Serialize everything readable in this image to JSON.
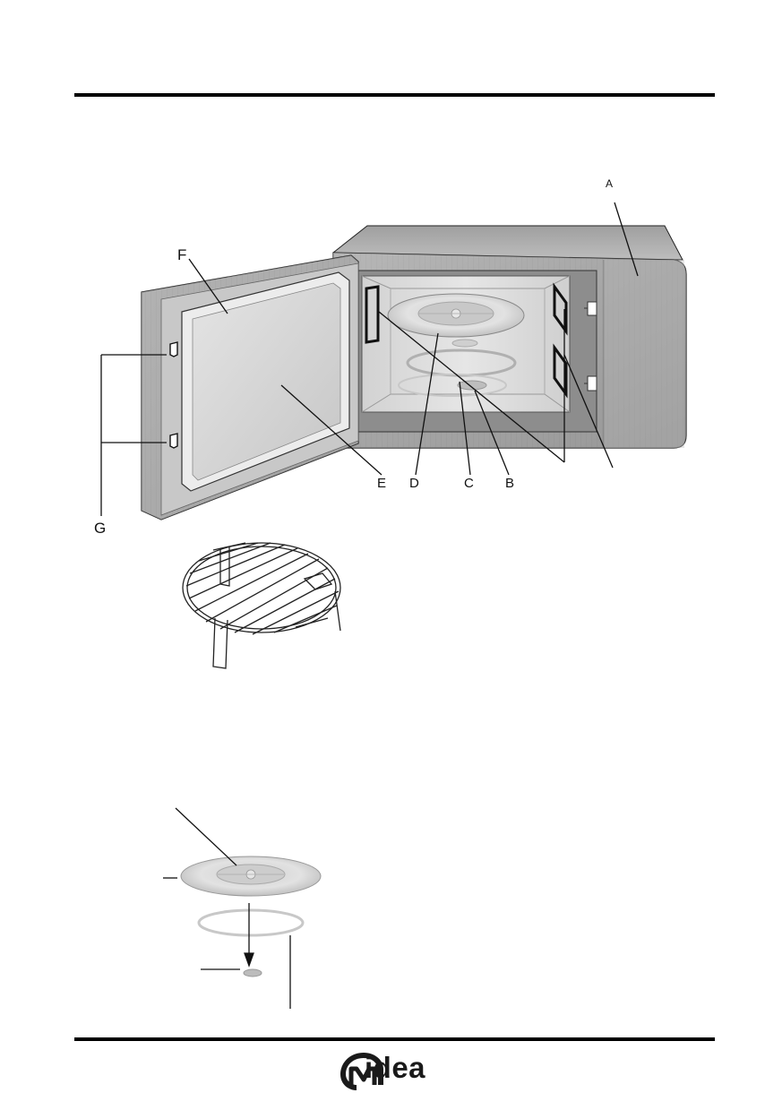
{
  "labels": {
    "a": "A",
    "b": "B",
    "c": "C",
    "d": "D",
    "e": "E",
    "f": "F",
    "g": "G"
  },
  "brand": {
    "logo_text": "idea"
  },
  "colors": {
    "outline": "#000000",
    "body_gray": "#9a9a9a",
    "panel_light": "#dcdcdc"
  }
}
